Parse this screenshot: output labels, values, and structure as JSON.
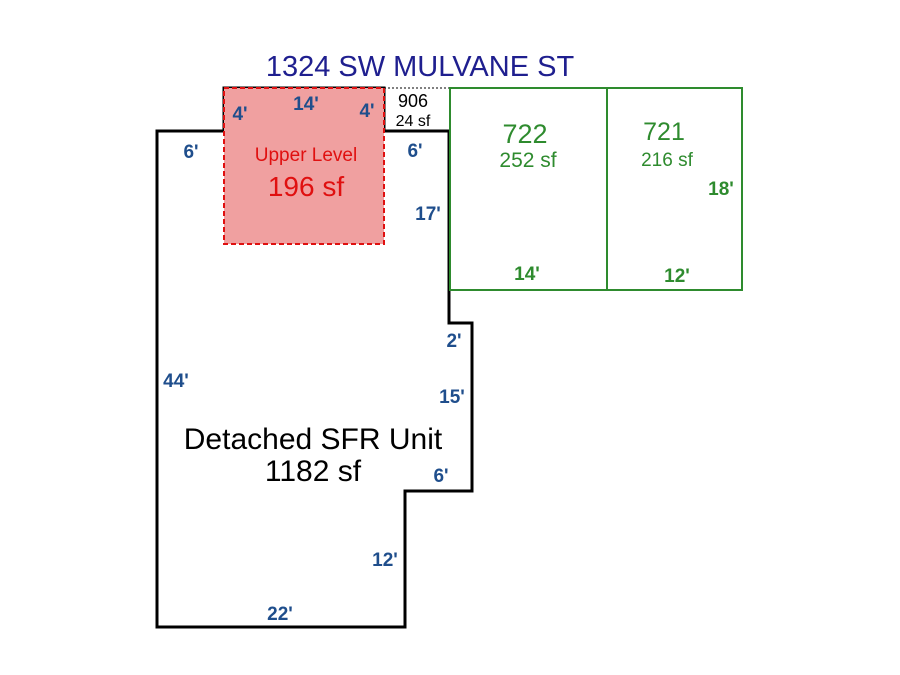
{
  "address": "1324 SW MULVANE ST",
  "colors": {
    "address": "#1f1f8f",
    "dimension": "#1f4e8c",
    "outbuilding": "#2e8b2e",
    "upper_level_text": "#e01010",
    "upper_level_fill": "#f0a0a0",
    "outline": "#000000"
  },
  "main_unit": {
    "name": "Detached SFR Unit",
    "area": "1182 sf",
    "dims": {
      "left": "44'",
      "bottom": "22'",
      "right_lower": "12'",
      "step": "6'",
      "right_mid": "15'",
      "jog": "2'",
      "right_upper": "17'",
      "top_left": "6'",
      "top_right": "6'"
    }
  },
  "upper_level": {
    "name": "Upper Level",
    "area": "196 sf",
    "dims": {
      "top": "14'",
      "left": "4'",
      "right": "4'"
    }
  },
  "area_906": {
    "id": "906",
    "area": "24 sf"
  },
  "area_722": {
    "id": "722",
    "area": "252 sf",
    "dims": {
      "bottom": "14'"
    }
  },
  "area_721": {
    "id": "721",
    "area": "216 sf",
    "dims": {
      "bottom": "12'",
      "right": "18'"
    }
  }
}
